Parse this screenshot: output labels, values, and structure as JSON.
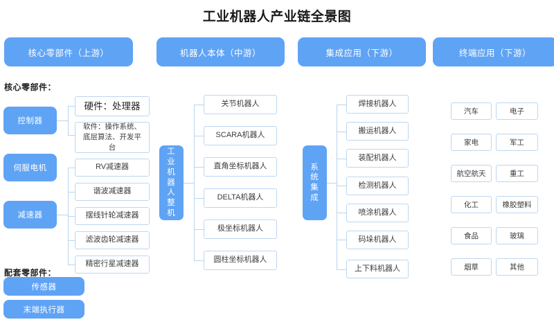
{
  "page": {
    "title": "工业机器人产业链全景图"
  },
  "headers": [
    {
      "label": "核心零部件（上游）"
    },
    {
      "label": "机器人本体（中游）"
    },
    {
      "label": "集成应用（下游）"
    },
    {
      "label": "终端应用（下游）"
    }
  ],
  "upstream": {
    "caption_core": "核心零部件：",
    "caption_support": "配套零部件：",
    "core_nodes": [
      {
        "label": "控制器"
      },
      {
        "label": "伺服电机"
      },
      {
        "label": "减速器"
      }
    ],
    "controller_children": [
      {
        "label": "硬件：处理器"
      },
      {
        "label": "软件：操作系统、底层算法、开发平台"
      }
    ],
    "reducer_children": [
      {
        "label": "RV减速器"
      },
      {
        "label": "谐波减速器"
      },
      {
        "label": "摆线针轮减速器"
      },
      {
        "label": "滤波齿轮减速器"
      },
      {
        "label": "精密行星减速器"
      }
    ],
    "support_nodes": [
      {
        "label": "传感器"
      },
      {
        "label": "末端执行器"
      }
    ]
  },
  "midstream": {
    "root": "工业机器人整机",
    "items": [
      {
        "label": "关节机器人"
      },
      {
        "label": "SCARA机器人"
      },
      {
        "label": "直角坐标机器人"
      },
      {
        "label": "DELTA机器人"
      },
      {
        "label": "极坐标机器人"
      },
      {
        "label": "圆柱坐标机器人"
      }
    ]
  },
  "integration": {
    "root": "系统集成",
    "items": [
      {
        "label": "焊接机器人"
      },
      {
        "label": "搬运机器人"
      },
      {
        "label": "装配机器人"
      },
      {
        "label": "检测机器人"
      },
      {
        "label": "喷涂机器人"
      },
      {
        "label": "码垛机器人"
      },
      {
        "label": "上下料机器人"
      }
    ]
  },
  "applications": {
    "items": [
      {
        "label": "汽车"
      },
      {
        "label": "电子"
      },
      {
        "label": "家电"
      },
      {
        "label": "军工"
      },
      {
        "label": "航空航天"
      },
      {
        "label": "重工"
      },
      {
        "label": "化工"
      },
      {
        "label": "橡胶塑料"
      },
      {
        "label": "食品"
      },
      {
        "label": "玻璃"
      },
      {
        "label": "烟草"
      },
      {
        "label": "其他"
      }
    ]
  },
  "colors": {
    "brand_blue": "#5fa3f5",
    "line_blue": "#b9d4ec",
    "box_border": "#bdd6ef",
    "title_black": "#1a1a1a"
  }
}
